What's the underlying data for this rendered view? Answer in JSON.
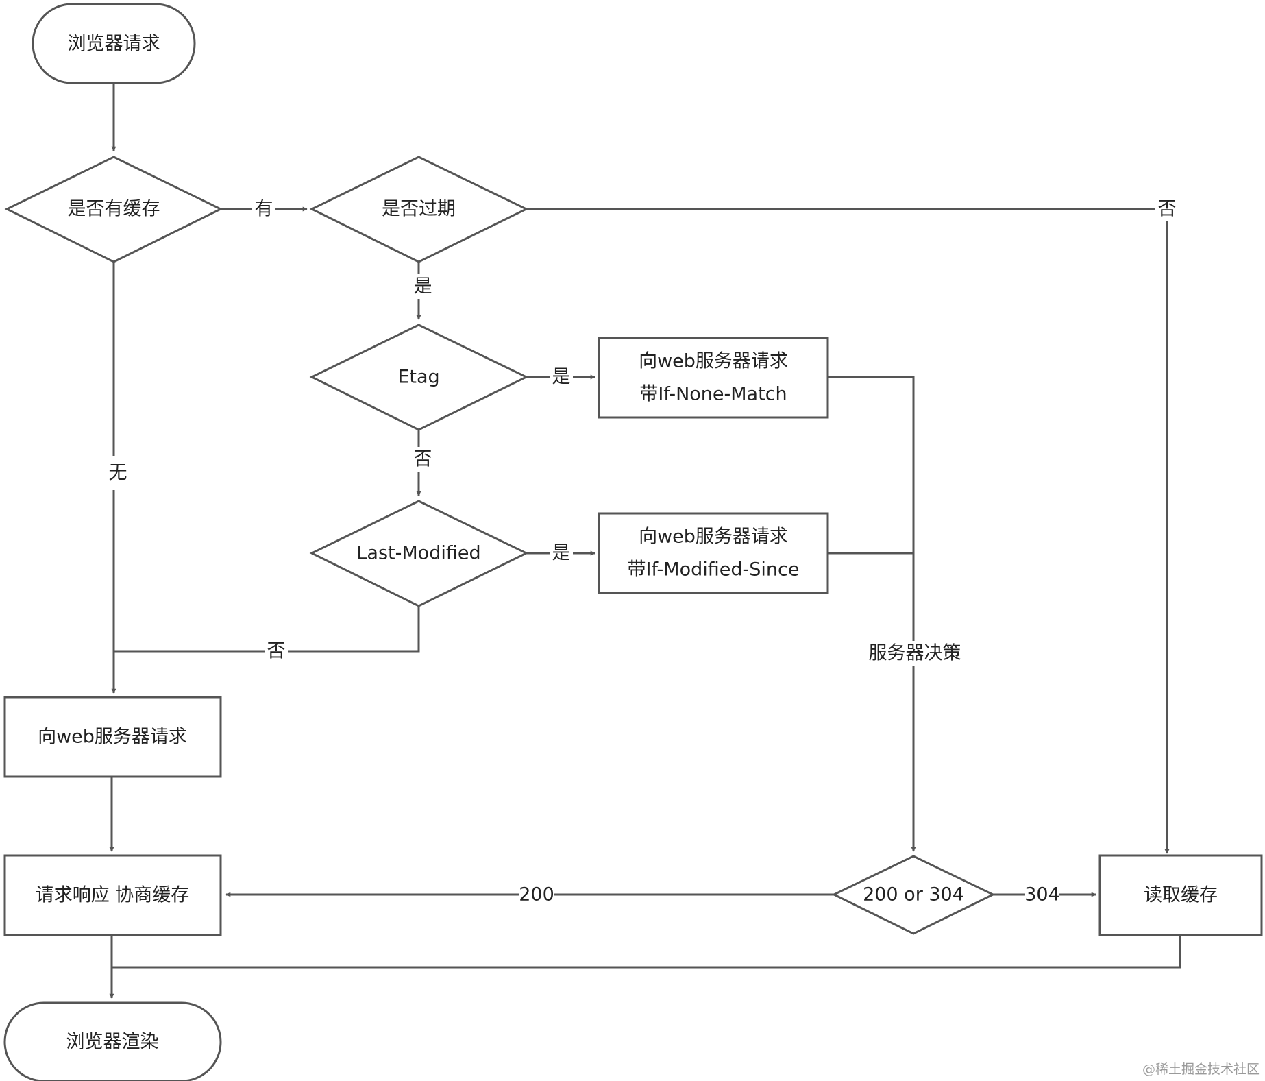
{
  "diagram": {
    "nodes": {
      "start": [
        "浏览器请求"
      ],
      "has_cache": [
        "是否有缓存"
      ],
      "expired": [
        "是否过期"
      ],
      "etag": [
        "Etag"
      ],
      "etag_request": [
        "向web服务器请求",
        "带If-None-Match"
      ],
      "last_modified": [
        "Last-Modified"
      ],
      "lm_request": [
        "向web服务器请求",
        "带If-Modified-Since"
      ],
      "web_request": [
        "向web服务器请求"
      ],
      "negotiate": [
        "请求响应 协商缓存"
      ],
      "status": [
        "200 or 304"
      ],
      "read_cache": [
        "读取缓存"
      ],
      "render": [
        "浏览器渲染"
      ]
    },
    "edge_labels": {
      "has": "有",
      "none": "无",
      "expired_yes": "是",
      "expired_no": "否",
      "etag_yes": "是",
      "etag_no": "否",
      "lm_yes": "是",
      "lm_no": "否",
      "server_decision": "服务器决策",
      "code_200": "200",
      "code_304": "304"
    }
  },
  "watermark": "@稀土掘金技术社区"
}
